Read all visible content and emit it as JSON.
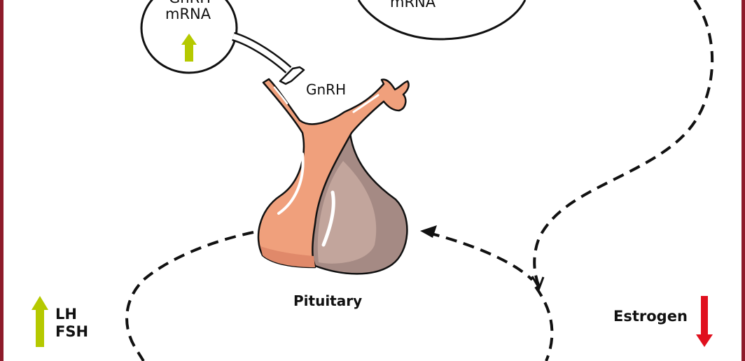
{
  "diagram": {
    "title": "Hypothalamic-pituitary-ovarian axis feedback",
    "nodes": {
      "gnrh_mrna": {
        "line1": "GnRH",
        "line2": "mRNA",
        "trend": "up"
      },
      "top_right_mrna": {
        "line": "mRNA"
      },
      "gnrh_label": "GnRH",
      "pituitary_label": "Pituitary"
    },
    "indicators": {
      "lh_fsh": {
        "line1": "LH",
        "line2": "FSH",
        "trend": "up"
      },
      "estrogen": {
        "label": "Estrogen",
        "trend": "down"
      }
    },
    "colors": {
      "frame": "#8e1b2b",
      "up_arrow": "#b5c900",
      "down_arrow": "#e0101e",
      "pituitary_anterior": "#f0a07c",
      "pituitary_posterior": "#a58a84",
      "stroke": "#111111"
    }
  }
}
